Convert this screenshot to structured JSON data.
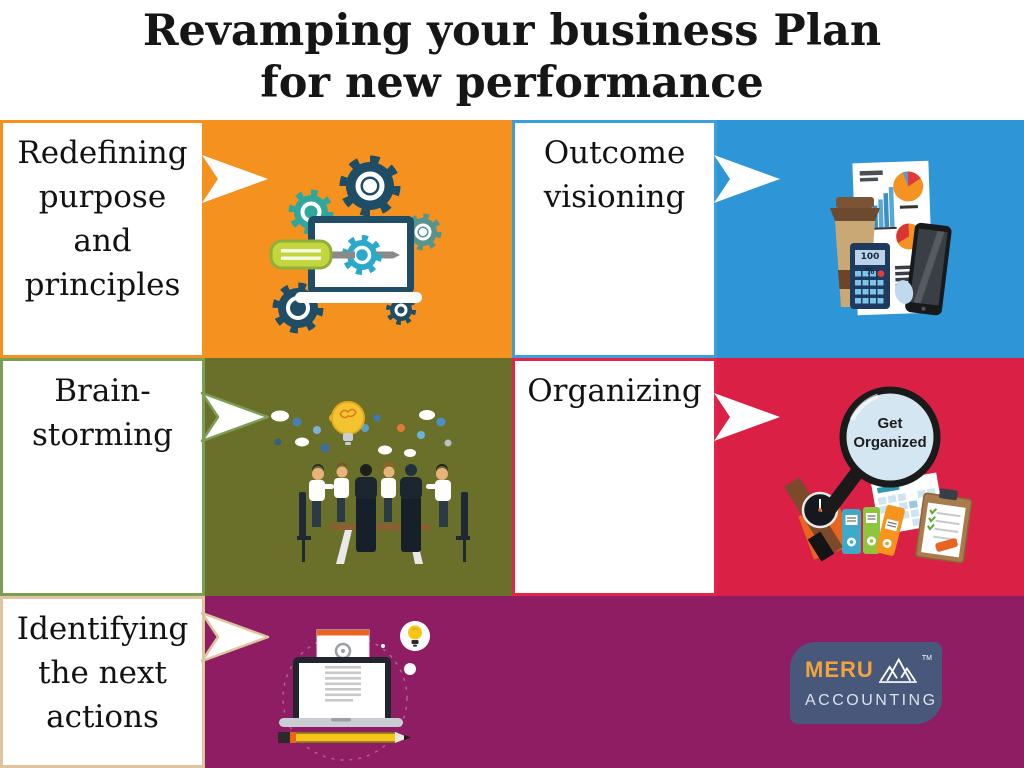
{
  "title": {
    "text": "Revamping your business Plan\nfor new performance"
  },
  "sections": {
    "redefining": {
      "label": "Redefining\npurpose\nand\nprinciples"
    },
    "outcome": {
      "label": "Outcome\nvisioning"
    },
    "brainstorming": {
      "label": "Brain-\nstorming"
    },
    "organizing": {
      "label": "Organizing"
    },
    "identifying": {
      "label": "Identifying\nthe next\nactions"
    }
  },
  "illustrations": {
    "magnifier_text": "Get\nOrganized",
    "calculator_display": "100 %"
  },
  "logo": {
    "name": "MERU",
    "subtitle": "ACCOUNTING",
    "tm": "TM"
  },
  "colors": {
    "orange": "#F5921F",
    "blue": "#2E96D6",
    "olive": "#6A7029",
    "red": "#DB2045",
    "purple": "#8E1D63",
    "border_blue": "#3AA0DC",
    "border_green": "#7C9E54",
    "border_red": "#E42349",
    "border_tan": "#DFC59E",
    "logo_slate": "#47587B",
    "meru_orange": "#F2A33C"
  }
}
